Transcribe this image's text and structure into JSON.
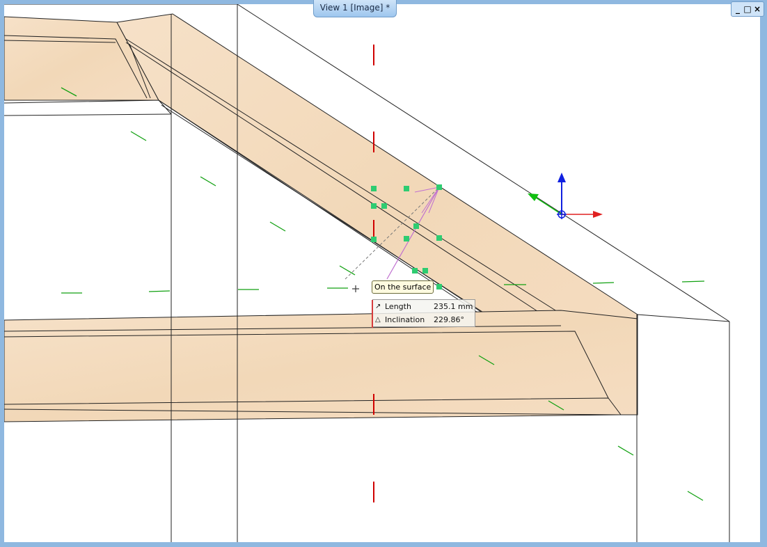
{
  "window": {
    "tab_title": "View 1 [Image] *",
    "controls": {
      "minimize": "_",
      "restore": "□",
      "close": "×"
    }
  },
  "tooltip": {
    "snap_label": "On the surface",
    "length_label": "Length",
    "length_value": "235.1 mm",
    "inclination_label": "Inclination",
    "inclination_value": "229.86°"
  },
  "icons": {
    "length": "length-icon",
    "inclination": "inclination-icon",
    "gizmo": "move-gizmo-icon",
    "cursor": "crosshair-cursor-icon"
  },
  "colors": {
    "wood": "#f3dcbf",
    "axis_x": "#e02020",
    "axis_y": "#10c010",
    "axis_z": "#1020e0",
    "handle": "#2ecc71",
    "measure": "#c070d0",
    "red_marker": "#d00000"
  }
}
